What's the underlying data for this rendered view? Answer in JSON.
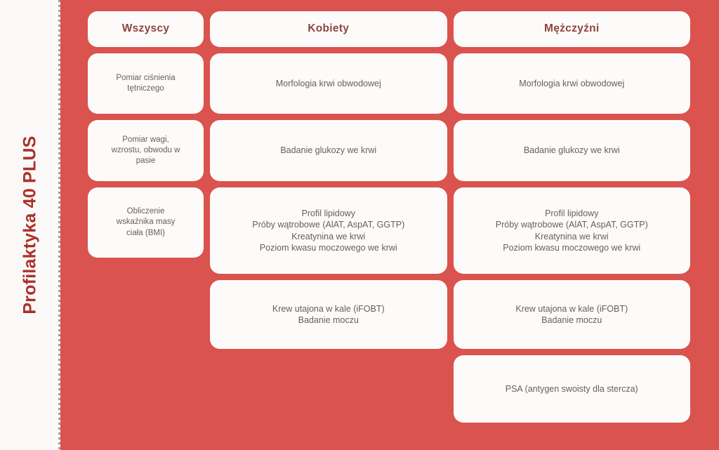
{
  "colors": {
    "board_background": "#DA534E",
    "panel_background": "#FBF9F8",
    "card_background": "#FDFBFA",
    "title_text": "#A9322D",
    "header_text": "#8E443F",
    "body_text": "#6A5C5B"
  },
  "sidebar": {
    "title": "Profilaktyka 40 PLUS"
  },
  "table": {
    "columns": [
      {
        "id": "wszyscy",
        "header": "Wszyscy",
        "cells": [
          "Pomiar ciśnienia\ntętniczego",
          "Pomiar wagi,\nwzrostu, obwodu w\npasie",
          "Obliczenie\nwskaźnika masy\nciała (BMI)"
        ]
      },
      {
        "id": "kobiety",
        "header": "Kobiety",
        "cells": [
          "Morfologia krwi obwodowej",
          "Badanie glukozy we krwi",
          "Profil lipidowy\nPróby wątrobowe (AlAT, AspAT, GGTP)\nKreatynina we krwi\nPoziom kwasu moczowego we krwi",
          "Krew utajona w kale (iFOBT)\nBadanie moczu"
        ]
      },
      {
        "id": "mezczyzni",
        "header": "Mężczyźni",
        "cells": [
          "Morfologia krwi obwodowej",
          "Badanie glukozy we krwi",
          "Profil lipidowy\nPróby wątrobowe (AlAT, AspAT, GGTP)\nKreatynina we krwi\nPoziom kwasu moczowego we krwi",
          "Krew utajona w kale (iFOBT)\nBadanie moczu",
          "PSA (antygen swoisty dla stercza)"
        ]
      }
    ]
  }
}
